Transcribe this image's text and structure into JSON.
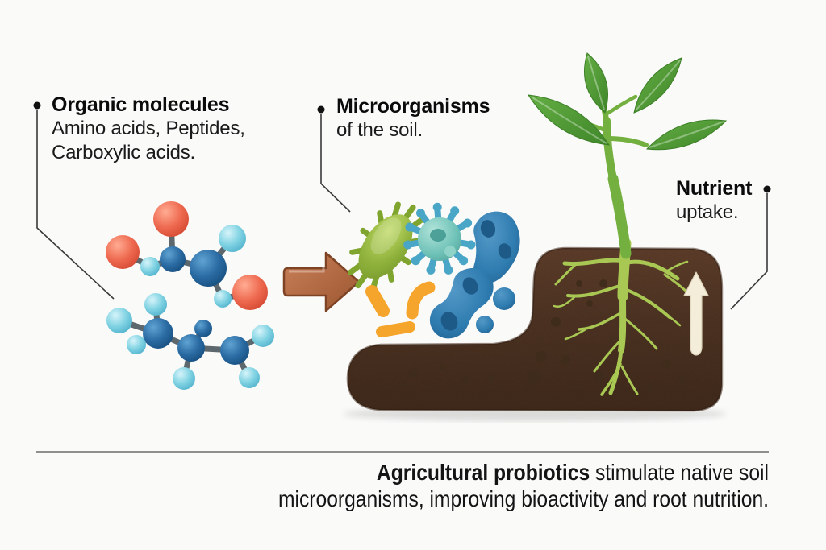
{
  "figure": {
    "background_color": "#fafaf9",
    "annotations": {
      "organic_molecules": {
        "title": "Organic molecules",
        "line1": "Amino acids, Peptides,",
        "line2": "Carboxylic acids."
      },
      "microorganisms": {
        "title": "Microorganisms",
        "line1": "of the soil."
      },
      "nutrient_uptake": {
        "title": "Nutrient",
        "line1": "uptake."
      }
    },
    "caption": {
      "bold_lead": "Agricultural probiotics",
      "line1_rest": " stimulate native soil",
      "line2": "microorganisms, improving bioactivity and root nutrition."
    },
    "icons": {
      "molecule": "ball-and-stick-molecule-illustration",
      "transform_arrow": "right-arrow-icon",
      "microbes": "soil-microbes-illustration",
      "soil": "soil-cross-section-illustration",
      "plant": "seedling-plant-illustration",
      "uptake_arrow": "up-arrow-icon"
    },
    "colors": {
      "text": "#111111",
      "divider": "#8f8f8f",
      "soil_brown": "#5a3a27",
      "leaf_green": "#4e9a35",
      "root_green": "#a8c853",
      "arrow_brown": "#b06a42",
      "uptake_arrow_cream": "#f3edda",
      "molecule_red": "#e8604c",
      "molecule_blue": "#2a6ba3",
      "molecule_cyan": "#7fd2e2",
      "microbe_green": "#8db03a",
      "microbe_teal": "#6fc2b8",
      "microbe_blue": "#2f7cb0",
      "microbe_orange": "#f7a32b"
    }
  }
}
